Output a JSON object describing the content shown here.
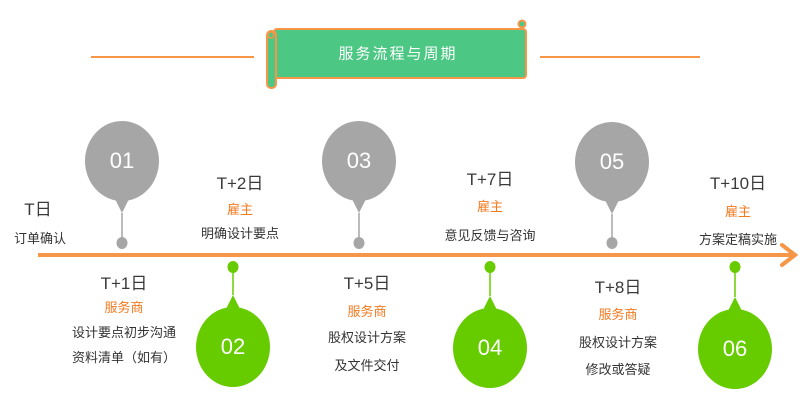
{
  "title": "服务流程与周期",
  "colors": {
    "accent": "#f79646",
    "banner": "#4cc784",
    "gray_node": "#a6a6a6",
    "green_node": "#66cc00",
    "role": "#f47a20"
  },
  "start": {
    "day": "T日",
    "desc": "订单确认"
  },
  "nodes": [
    {
      "num": "01"
    },
    {
      "num": "02"
    },
    {
      "num": "03"
    },
    {
      "num": "04"
    },
    {
      "num": "05"
    },
    {
      "num": "06"
    }
  ],
  "top_steps": [
    {
      "day": "T+2日",
      "role": "雇主",
      "desc": "明确设计要点"
    },
    {
      "day": "T+7日",
      "role": "雇主",
      "desc": "意见反馈与咨询"
    },
    {
      "day": "T+10日",
      "role": "雇主",
      "desc": "方案定稿实施"
    }
  ],
  "bottom_steps": [
    {
      "day": "T+1日",
      "role": "服务商",
      "desc1": "设计要点初步沟通",
      "desc2": "资料清单（如有）"
    },
    {
      "day": "T+5日",
      "role": "服务商",
      "desc1": "股权设计方案",
      "desc2": "及文件交付"
    },
    {
      "day": "T+8日",
      "role": "服务商",
      "desc1": "股权设计方案",
      "desc2": "修改或答疑"
    }
  ]
}
